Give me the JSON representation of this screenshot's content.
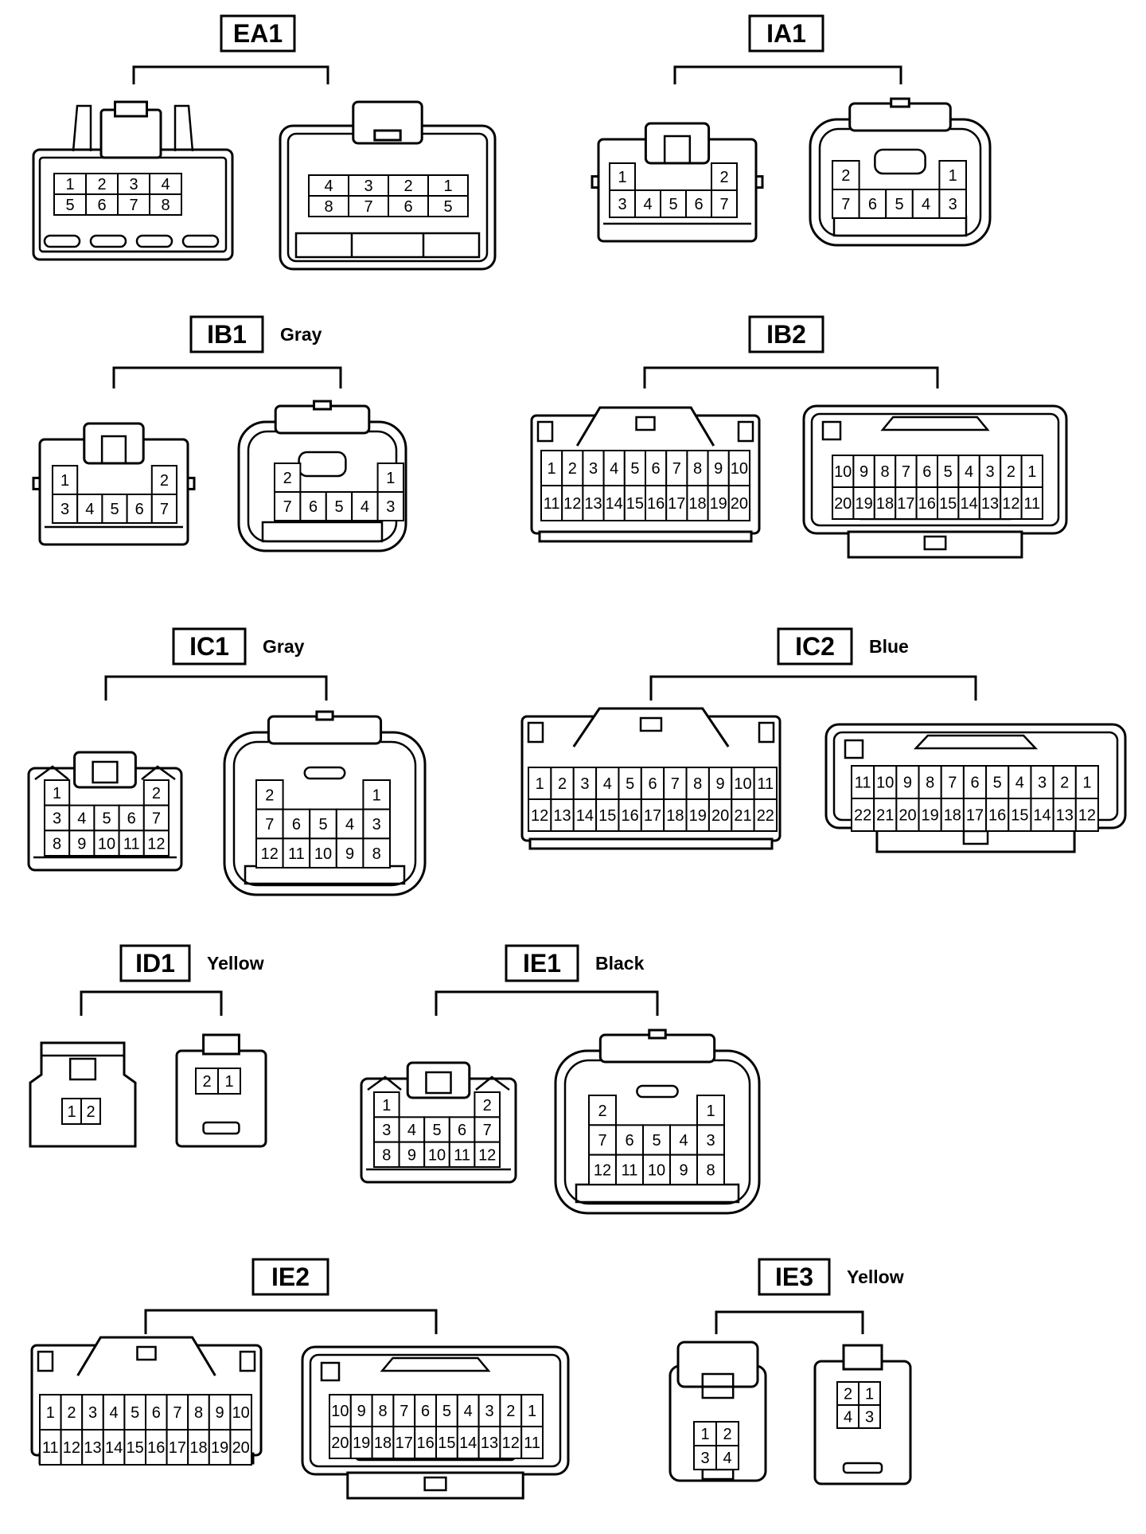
{
  "connectors": [
    {
      "id": "EA1",
      "color": "",
      "sides": [
        {
          "rows": [
            [
              "1",
              "2",
              "3",
              "4"
            ],
            [
              "5",
              "6",
              "7",
              "8"
            ]
          ]
        },
        {
          "rows": [
            [
              "4",
              "3",
              "2",
              "1"
            ],
            [
              "8",
              "7",
              "6",
              "5"
            ]
          ]
        }
      ]
    },
    {
      "id": "IA1",
      "color": "",
      "sides": [
        {
          "rows": [
            [
              "1",
              "",
              "",
              "",
              "2"
            ],
            [
              "3",
              "4",
              "5",
              "6",
              "7"
            ]
          ]
        },
        {
          "rows": [
            [
              "2",
              "",
              "",
              "",
              "1"
            ],
            [
              "7",
              "6",
              "5",
              "4",
              "3"
            ]
          ]
        }
      ]
    },
    {
      "id": "IB1",
      "color": "Gray",
      "sides": [
        {
          "rows": [
            [
              "1",
              "",
              "",
              "",
              "2"
            ],
            [
              "3",
              "4",
              "5",
              "6",
              "7"
            ]
          ]
        },
        {
          "rows": [
            [
              "2",
              "",
              "",
              "",
              "1"
            ],
            [
              "7",
              "6",
              "5",
              "4",
              "3"
            ]
          ]
        }
      ]
    },
    {
      "id": "IB2",
      "color": "",
      "sides": [
        {
          "rows": [
            [
              "1",
              "2",
              "3",
              "4",
              "5",
              "6",
              "7",
              "8",
              "9",
              "10"
            ],
            [
              "11",
              "12",
              "13",
              "14",
              "15",
              "16",
              "17",
              "18",
              "19",
              "20"
            ]
          ]
        },
        {
          "rows": [
            [
              "10",
              "9",
              "8",
              "7",
              "6",
              "5",
              "4",
              "3",
              "2",
              "1"
            ],
            [
              "20",
              "19",
              "18",
              "17",
              "16",
              "15",
              "14",
              "13",
              "12",
              "11"
            ]
          ]
        }
      ]
    },
    {
      "id": "IC1",
      "color": "Gray",
      "sides": [
        {
          "rows": [
            [
              "1",
              "",
              "",
              "",
              "2"
            ],
            [
              "3",
              "4",
              "5",
              "6",
              "7"
            ],
            [
              "8",
              "9",
              "10",
              "11",
              "12"
            ]
          ]
        },
        {
          "rows": [
            [
              "2",
              "",
              "",
              "",
              "1"
            ],
            [
              "7",
              "6",
              "5",
              "4",
              "3"
            ],
            [
              "12",
              "11",
              "10",
              "9",
              "8"
            ]
          ]
        }
      ]
    },
    {
      "id": "IC2",
      "color": "Blue",
      "sides": [
        {
          "rows": [
            [
              "1",
              "2",
              "3",
              "4",
              "5",
              "6",
              "7",
              "8",
              "9",
              "10",
              "11"
            ],
            [
              "12",
              "13",
              "14",
              "15",
              "16",
              "17",
              "18",
              "19",
              "20",
              "21",
              "22"
            ]
          ]
        },
        {
          "rows": [
            [
              "11",
              "10",
              "9",
              "8",
              "7",
              "6",
              "5",
              "4",
              "3",
              "2",
              "1"
            ],
            [
              "22",
              "21",
              "20",
              "19",
              "18",
              "17",
              "16",
              "15",
              "14",
              "13",
              "12"
            ]
          ]
        }
      ]
    },
    {
      "id": "ID1",
      "color": "Yellow",
      "sides": [
        {
          "rows": [
            [
              "1",
              "2"
            ]
          ]
        },
        {
          "rows": [
            [
              "2",
              "1"
            ]
          ]
        }
      ]
    },
    {
      "id": "IE1",
      "color": "Black",
      "sides": [
        {
          "rows": [
            [
              "1",
              "",
              "",
              "",
              "2"
            ],
            [
              "3",
              "4",
              "5",
              "6",
              "7"
            ],
            [
              "8",
              "9",
              "10",
              "11",
              "12"
            ]
          ]
        },
        {
          "rows": [
            [
              "2",
              "",
              "",
              "",
              "1"
            ],
            [
              "7",
              "6",
              "5",
              "4",
              "3"
            ],
            [
              "12",
              "11",
              "10",
              "9",
              "8"
            ]
          ]
        }
      ]
    },
    {
      "id": "IE2",
      "color": "",
      "sides": [
        {
          "rows": [
            [
              "1",
              "2",
              "3",
              "4",
              "5",
              "6",
              "7",
              "8",
              "9",
              "10"
            ],
            [
              "11",
              "12",
              "13",
              "14",
              "15",
              "16",
              "17",
              "18",
              "19",
              "20"
            ]
          ]
        },
        {
          "rows": [
            [
              "10",
              "9",
              "8",
              "7",
              "6",
              "5",
              "4",
              "3",
              "2",
              "1"
            ],
            [
              "20",
              "19",
              "18",
              "17",
              "16",
              "15",
              "14",
              "13",
              "12",
              "11"
            ]
          ]
        }
      ]
    },
    {
      "id": "IE3",
      "color": "Yellow",
      "sides": [
        {
          "rows": [
            [
              "1",
              "2"
            ],
            [
              "3",
              "4"
            ]
          ]
        },
        {
          "rows": [
            [
              "2",
              "1"
            ],
            [
              "4",
              "3"
            ]
          ]
        }
      ]
    }
  ]
}
